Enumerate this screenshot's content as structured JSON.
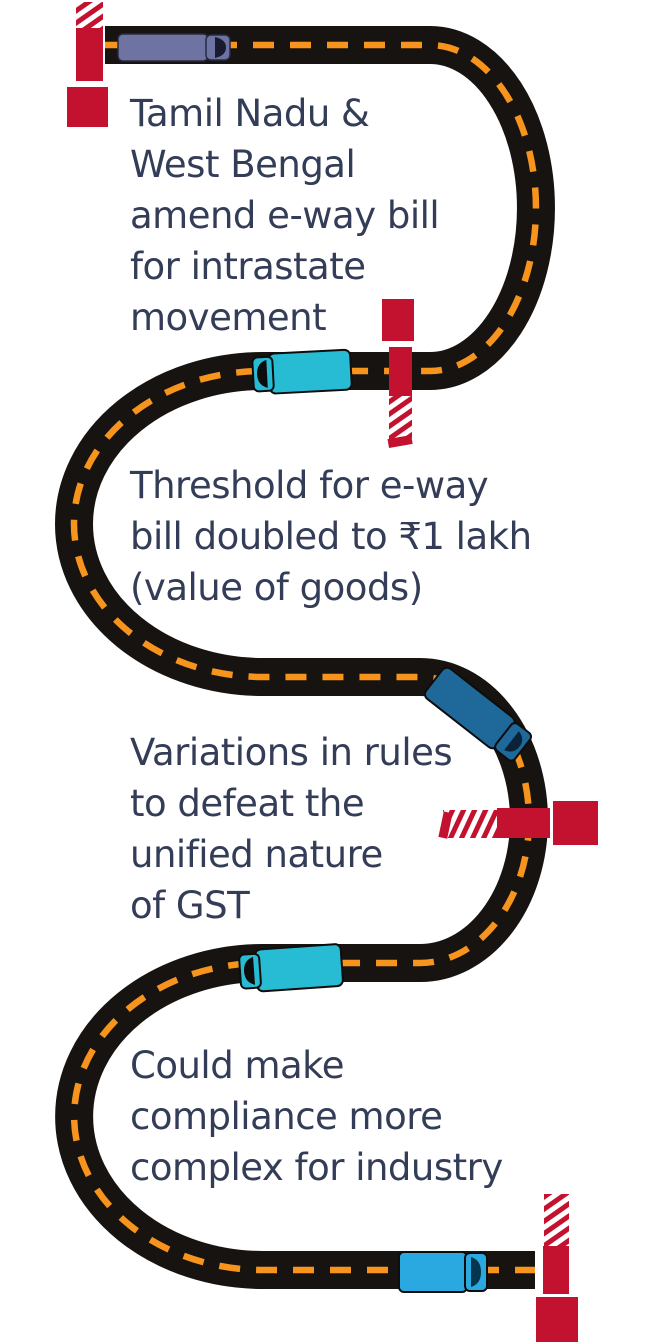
{
  "figure": {
    "type": "road-journey-infographic",
    "topic": "GST e-way bill changes"
  },
  "colors": {
    "background": "#ffffff",
    "road": "#171310",
    "dash": "#f7941d",
    "text": "#343d58",
    "milestone_red": "#c31230"
  },
  "steps": [
    {
      "lines": [
        "Tamil Nadu &",
        "West Bengal",
        "amend e-way bill",
        "for intrastate",
        "movement"
      ]
    },
    {
      "lines": [
        "Threshold for e-way",
        "bill doubled to ₹1 lakh",
        "(value of goods)"
      ]
    },
    {
      "lines": [
        "Variations in rules",
        "to defeat the",
        "unified nature",
        "of GST"
      ]
    },
    {
      "lines": [
        "Could make",
        "compliance more",
        "complex for industry"
      ]
    }
  ],
  "trucks": [
    {
      "name": "truck-indigo",
      "color": "#6e73a2"
    },
    {
      "name": "truck-cyan-upper",
      "color": "#27bcd4"
    },
    {
      "name": "truck-steel-blue",
      "color": "#1e699a"
    },
    {
      "name": "truck-cyan-lower",
      "color": "#27bcd4"
    },
    {
      "name": "truck-light-blue",
      "color": "#29a9e0"
    }
  ],
  "icons": {
    "road": "winding-road-with-dashed-center-line",
    "milestone": "red-hatched-milestone-marker",
    "truck": "cargo-truck-top-view"
  }
}
